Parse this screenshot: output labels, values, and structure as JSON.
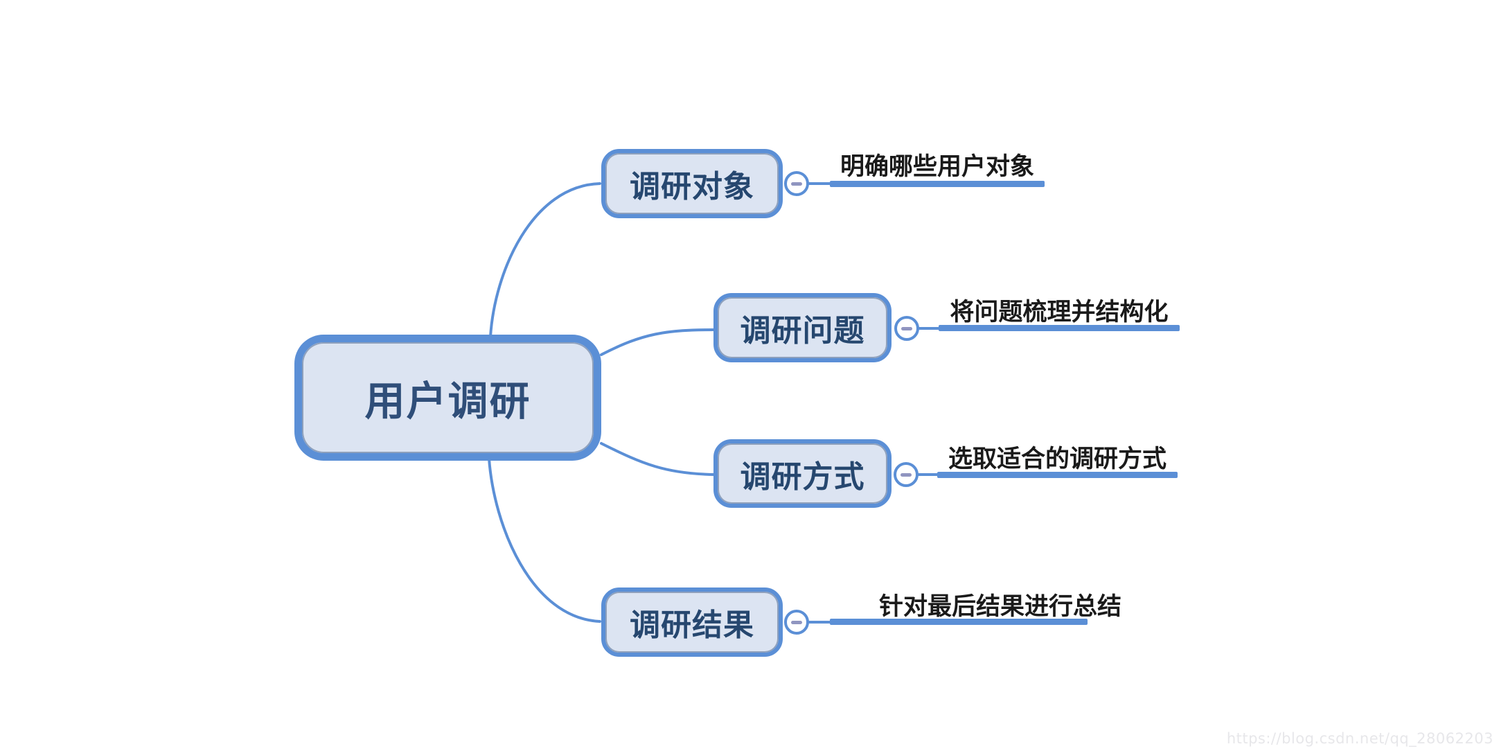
{
  "root": {
    "label": "用户调研"
  },
  "branches": [
    {
      "label": "调研对象",
      "child": "明确哪些用户对象"
    },
    {
      "label": "调研问题",
      "child": "将问题梳理并结构化"
    },
    {
      "label": "调研方式",
      "child": "选取适合的调研方式"
    },
    {
      "label": "调研结果",
      "child": "针对最后结果进行总结"
    }
  ],
  "icons": {
    "collapse": "minus-circle"
  },
  "colors": {
    "accent_blue": "#5B8FD6",
    "node_fill": "#DCE4F2",
    "node_inner_line": "#2F4E79",
    "root_text": "#2F4E79",
    "topic_text": "#26476F",
    "child_label_text": "#1A1A1A",
    "minus_glyph": "#9095C0",
    "background": "#FFFFFF",
    "watermark_text": "#E7E7EA"
  },
  "watermark": "https://blog.csdn.net/qq_28062203"
}
